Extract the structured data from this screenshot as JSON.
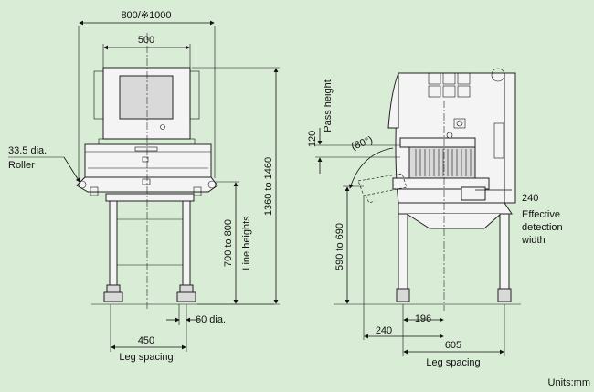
{
  "front_view": {
    "dim_width_total": "800/※1000",
    "dim_width_screen": "500",
    "roller_label_1": "33.5 dia.",
    "roller_label_2": "Roller",
    "dim_line_height_value": "700 to 800",
    "dim_line_height_label": "Line heights",
    "dim_overall_height": "1360 to 1460",
    "dim_leg_dia": "60 dia.",
    "dim_leg_spacing_value": "450",
    "dim_leg_spacing_label": "Leg spacing"
  },
  "side_view": {
    "dim_pass_value": "120",
    "dim_pass_label": "Pass height",
    "dim_angle": "(80°)",
    "dim_line_height": "590 to 690",
    "dim_detection_value": "240",
    "dim_detection_label_1": "Effective",
    "dim_detection_label_2": "detection",
    "dim_detection_label_3": "width",
    "dim_offset_a": "196",
    "dim_offset_b": "240",
    "dim_leg_spacing_value": "605",
    "dim_leg_spacing_label": "Leg spacing"
  },
  "units": "Units:mm"
}
